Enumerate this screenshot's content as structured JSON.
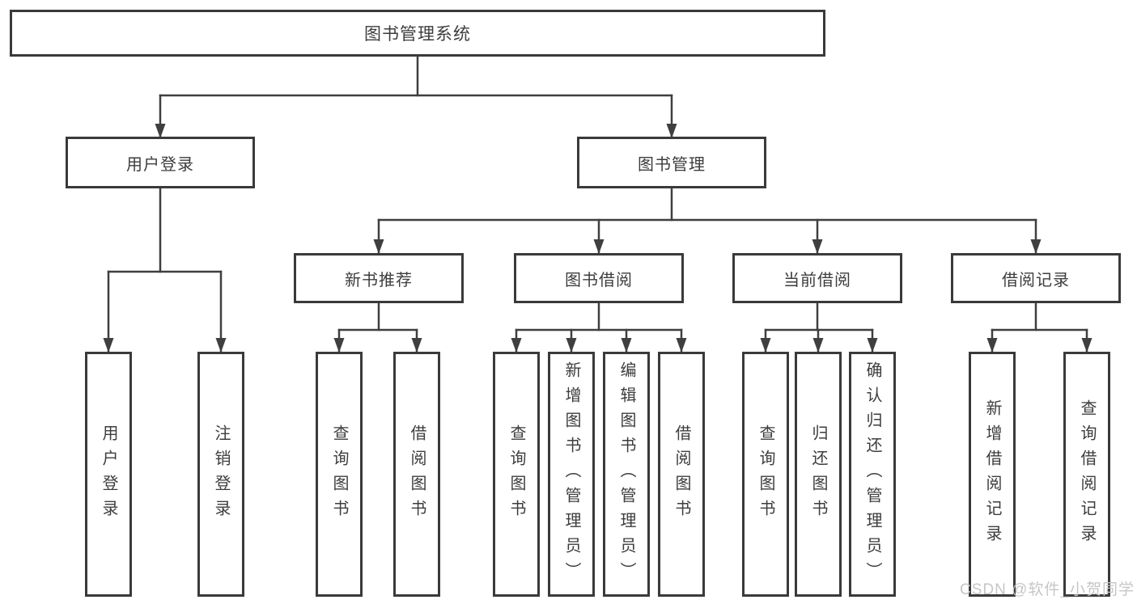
{
  "tree": {
    "root": "图书管理系统",
    "branches": [
      {
        "label": "用户登录",
        "leaves": [
          "用户登录",
          "注销登录"
        ]
      },
      {
        "label": "图书管理",
        "groups": [
          {
            "label": "新书推荐",
            "leaves": [
              "查询图书",
              "借阅图书"
            ]
          },
          {
            "label": "图书借阅",
            "leaves": [
              "查询图书",
              "新增图书（管理员）",
              "编辑图书（管理员）",
              "借阅图书"
            ]
          },
          {
            "label": "当前借阅",
            "leaves": [
              "查询图书",
              "归还图书",
              "确认归还（管理员）"
            ]
          },
          {
            "label": "借阅记录",
            "leaves": [
              "新增借阅记录",
              "查询借阅记录"
            ]
          }
        ]
      }
    ]
  },
  "watermark": "CSDN @软件_小贺同学",
  "colors": {
    "line": "#3f3f3f",
    "box_border": "#3a3a3a",
    "text": "#3d3d3d",
    "watermark": "#c6c6c6",
    "background": "#ffffff"
  }
}
